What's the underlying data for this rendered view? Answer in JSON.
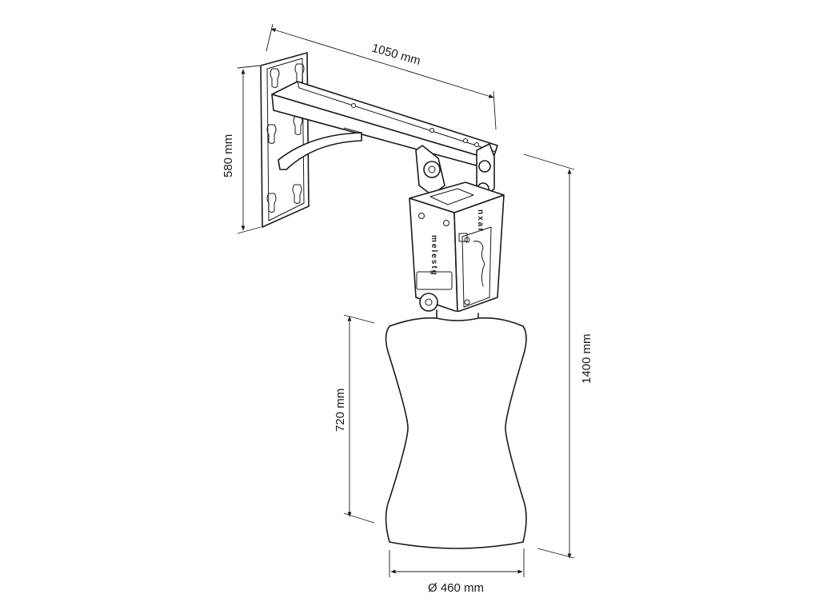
{
  "dimensions": {
    "width_top": "1050 mm",
    "height_bracket": "580 mm",
    "height_total": "1400 mm",
    "height_weight": "720 mm",
    "diameter_weight": "Ø 460 mm"
  },
  "brand_marks": {
    "left": "melestg",
    "right": "nxar"
  }
}
